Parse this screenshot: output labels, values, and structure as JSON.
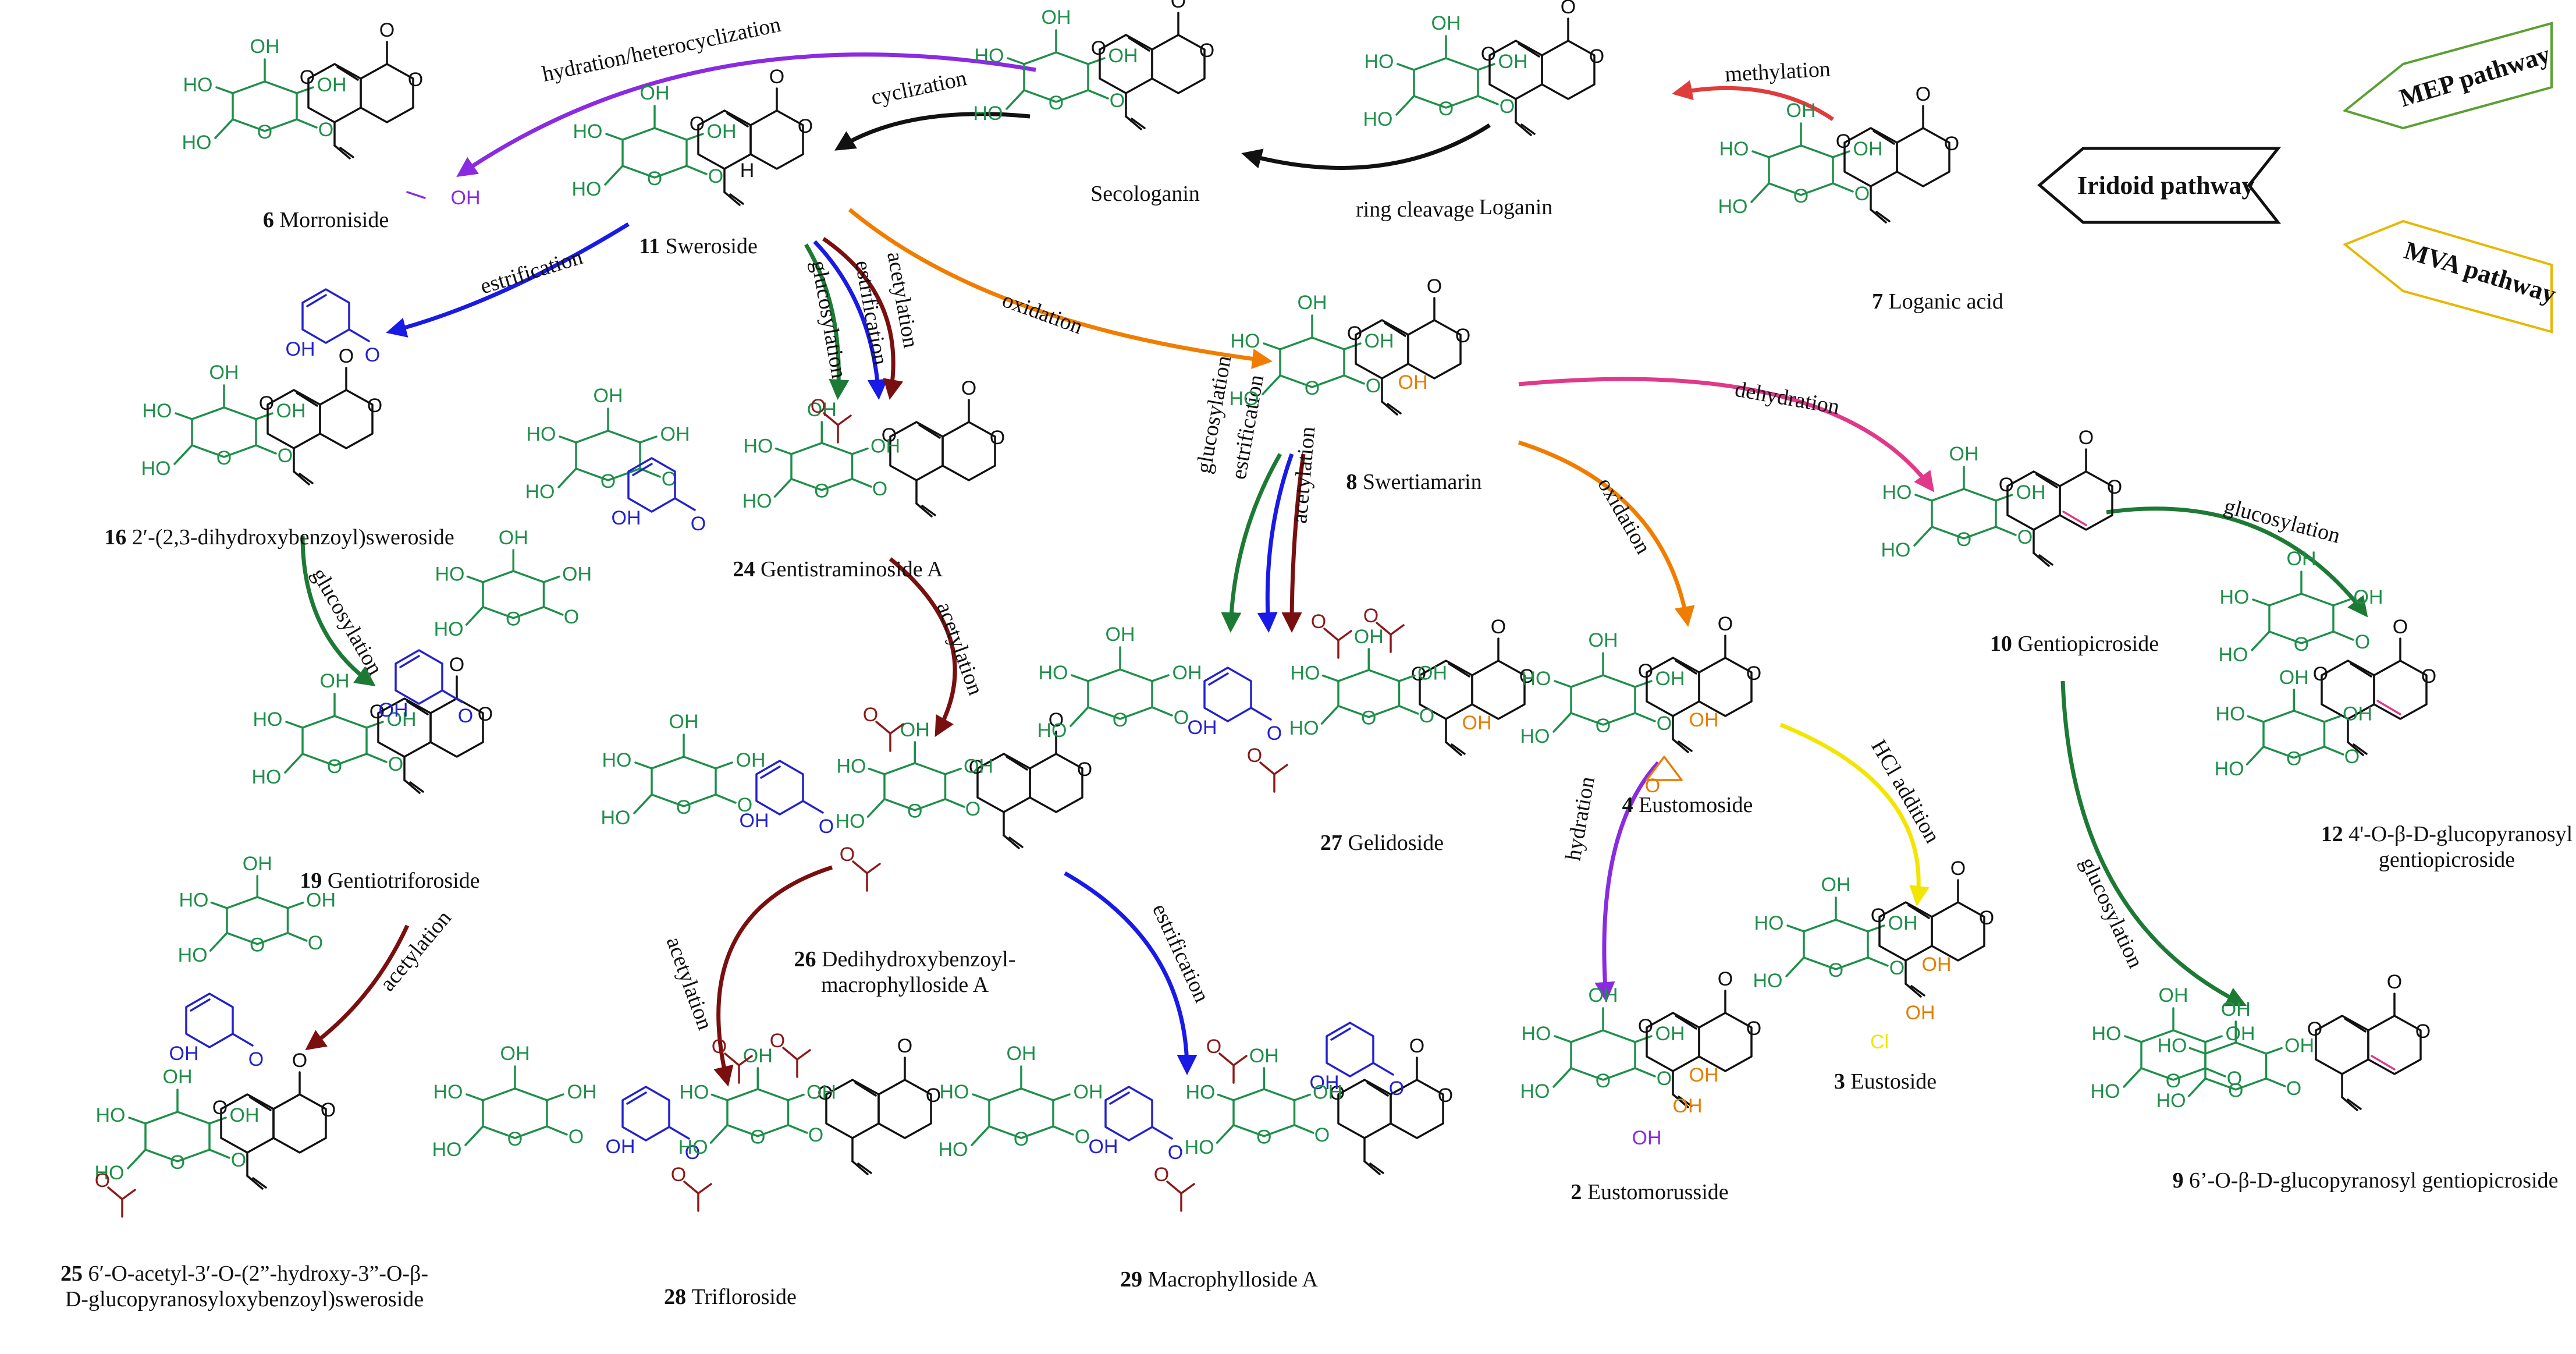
{
  "colors": {
    "glucose": "#1f8f4a",
    "skeleton": "#111111",
    "benzoyl": "#2222cc",
    "acetyl": "#8b1a1a",
    "hydroxyl_orange": "#e67e00",
    "purple": "#8a2be2",
    "magenta": "#e0398a",
    "yellow": "#f2e600",
    "red_arrow": "#e03c3c",
    "green_arrow": "#1d7a35",
    "blue_arrow": "#1a1ae6",
    "darkred_arrow": "#7a0f0f",
    "orange_arrow": "#f07d00",
    "black_arrow": "#111111",
    "mep_border": "#5aa032",
    "mva_border": "#e6b800"
  },
  "pathways": {
    "mep": "MEP pathway",
    "mva": "MVA pathway",
    "iridoid": "Iridoid pathway"
  },
  "compounds": [
    {
      "id": "c7",
      "num": "7",
      "name": "Loganic acid"
    },
    {
      "id": "c-loganin",
      "num": "",
      "name": "Loganin"
    },
    {
      "id": "c-secologanin",
      "num": "",
      "name": "Secologanin"
    },
    {
      "id": "c11",
      "num": "11",
      "name": "Sweroside"
    },
    {
      "id": "c6",
      "num": "6",
      "name": "Morroniside"
    },
    {
      "id": "c16",
      "num": "16",
      "name": "2′-(2,3-dihydroxybenzoyl)sweroside"
    },
    {
      "id": "c19",
      "num": "19",
      "name": "Gentiotriforoside"
    },
    {
      "id": "c25",
      "num": "25",
      "name": "6′-O-acetyl-3′-O-(2”-hydroxy-3”-O-β-",
      "name2": "D-glucopyranosyloxybenzoyl)sweroside"
    },
    {
      "id": "c24",
      "num": "24",
      "name": "Gentistraminoside A"
    },
    {
      "id": "c26",
      "num": "26",
      "name": "Dedihydroxybenzoyl-",
      "name2": "macrophylloside A"
    },
    {
      "id": "c28",
      "num": "28",
      "name": "Trifloroside"
    },
    {
      "id": "c29",
      "num": "29",
      "name": "Macrophylloside A"
    },
    {
      "id": "c8",
      "num": "8",
      "name": "Swertiamarin"
    },
    {
      "id": "c27",
      "num": "27",
      "name": "Gelidoside"
    },
    {
      "id": "c4",
      "num": "4",
      "name": "Eustomoside"
    },
    {
      "id": "c2",
      "num": "2",
      "name": "Eustomorusside"
    },
    {
      "id": "c3",
      "num": "3",
      "name": "Eustoside"
    },
    {
      "id": "c10",
      "num": "10",
      "name": "Gentiopicroside"
    },
    {
      "id": "c12",
      "num": "12",
      "name": "4'-O-β-D-glucopyranosyl",
      "name2": "gentiopicroside"
    },
    {
      "id": "c9",
      "num": "9",
      "name": "6’-O-β-D-glucopyranosyl gentiopicroside"
    }
  ],
  "reactions": [
    {
      "id": "r-methylation",
      "label": "methylation"
    },
    {
      "id": "r-ring-cleavage",
      "label": "ring cleavage"
    },
    {
      "id": "r-cyclization",
      "label": "cyclization"
    },
    {
      "id": "r-hydration-hetero",
      "label": "hydration/heterocyclization"
    },
    {
      "id": "r-estrification-16",
      "label": "estrification"
    },
    {
      "id": "r-glucosylation-24",
      "label": "glucosylation"
    },
    {
      "id": "r-estrification-24",
      "label": "estrification"
    },
    {
      "id": "r-acetylation-24",
      "label": "acetylation"
    },
    {
      "id": "r-oxidation-8",
      "label": "oxidation"
    },
    {
      "id": "r-glucosylation-19",
      "label": "glucosylation"
    },
    {
      "id": "r-acetylation-25",
      "label": "acetylation"
    },
    {
      "id": "r-acetylation-26",
      "label": "acetylation"
    },
    {
      "id": "r-acetylation-28",
      "label": "acetylation"
    },
    {
      "id": "r-estrification-29",
      "label": "estrification"
    },
    {
      "id": "r-glucosylation-27",
      "label": "glucosylation"
    },
    {
      "id": "r-estrification-27",
      "label": "estrification"
    },
    {
      "id": "r-acetylation-27",
      "label": "acetylation"
    },
    {
      "id": "r-dehydration",
      "label": "dehydration"
    },
    {
      "id": "r-oxidation-4",
      "label": "oxidation"
    },
    {
      "id": "r-hydration-2",
      "label": "hydration"
    },
    {
      "id": "r-hcl",
      "label": "HCl addition"
    },
    {
      "id": "r-glucosylation-12",
      "label": "glucosylation"
    },
    {
      "id": "r-glucosylation-9",
      "label": "glucosylation"
    }
  ],
  "atoms": {
    "oh": "OH",
    "ho": "HO",
    "o": "O",
    "h": "H",
    "cl": "Cl"
  }
}
